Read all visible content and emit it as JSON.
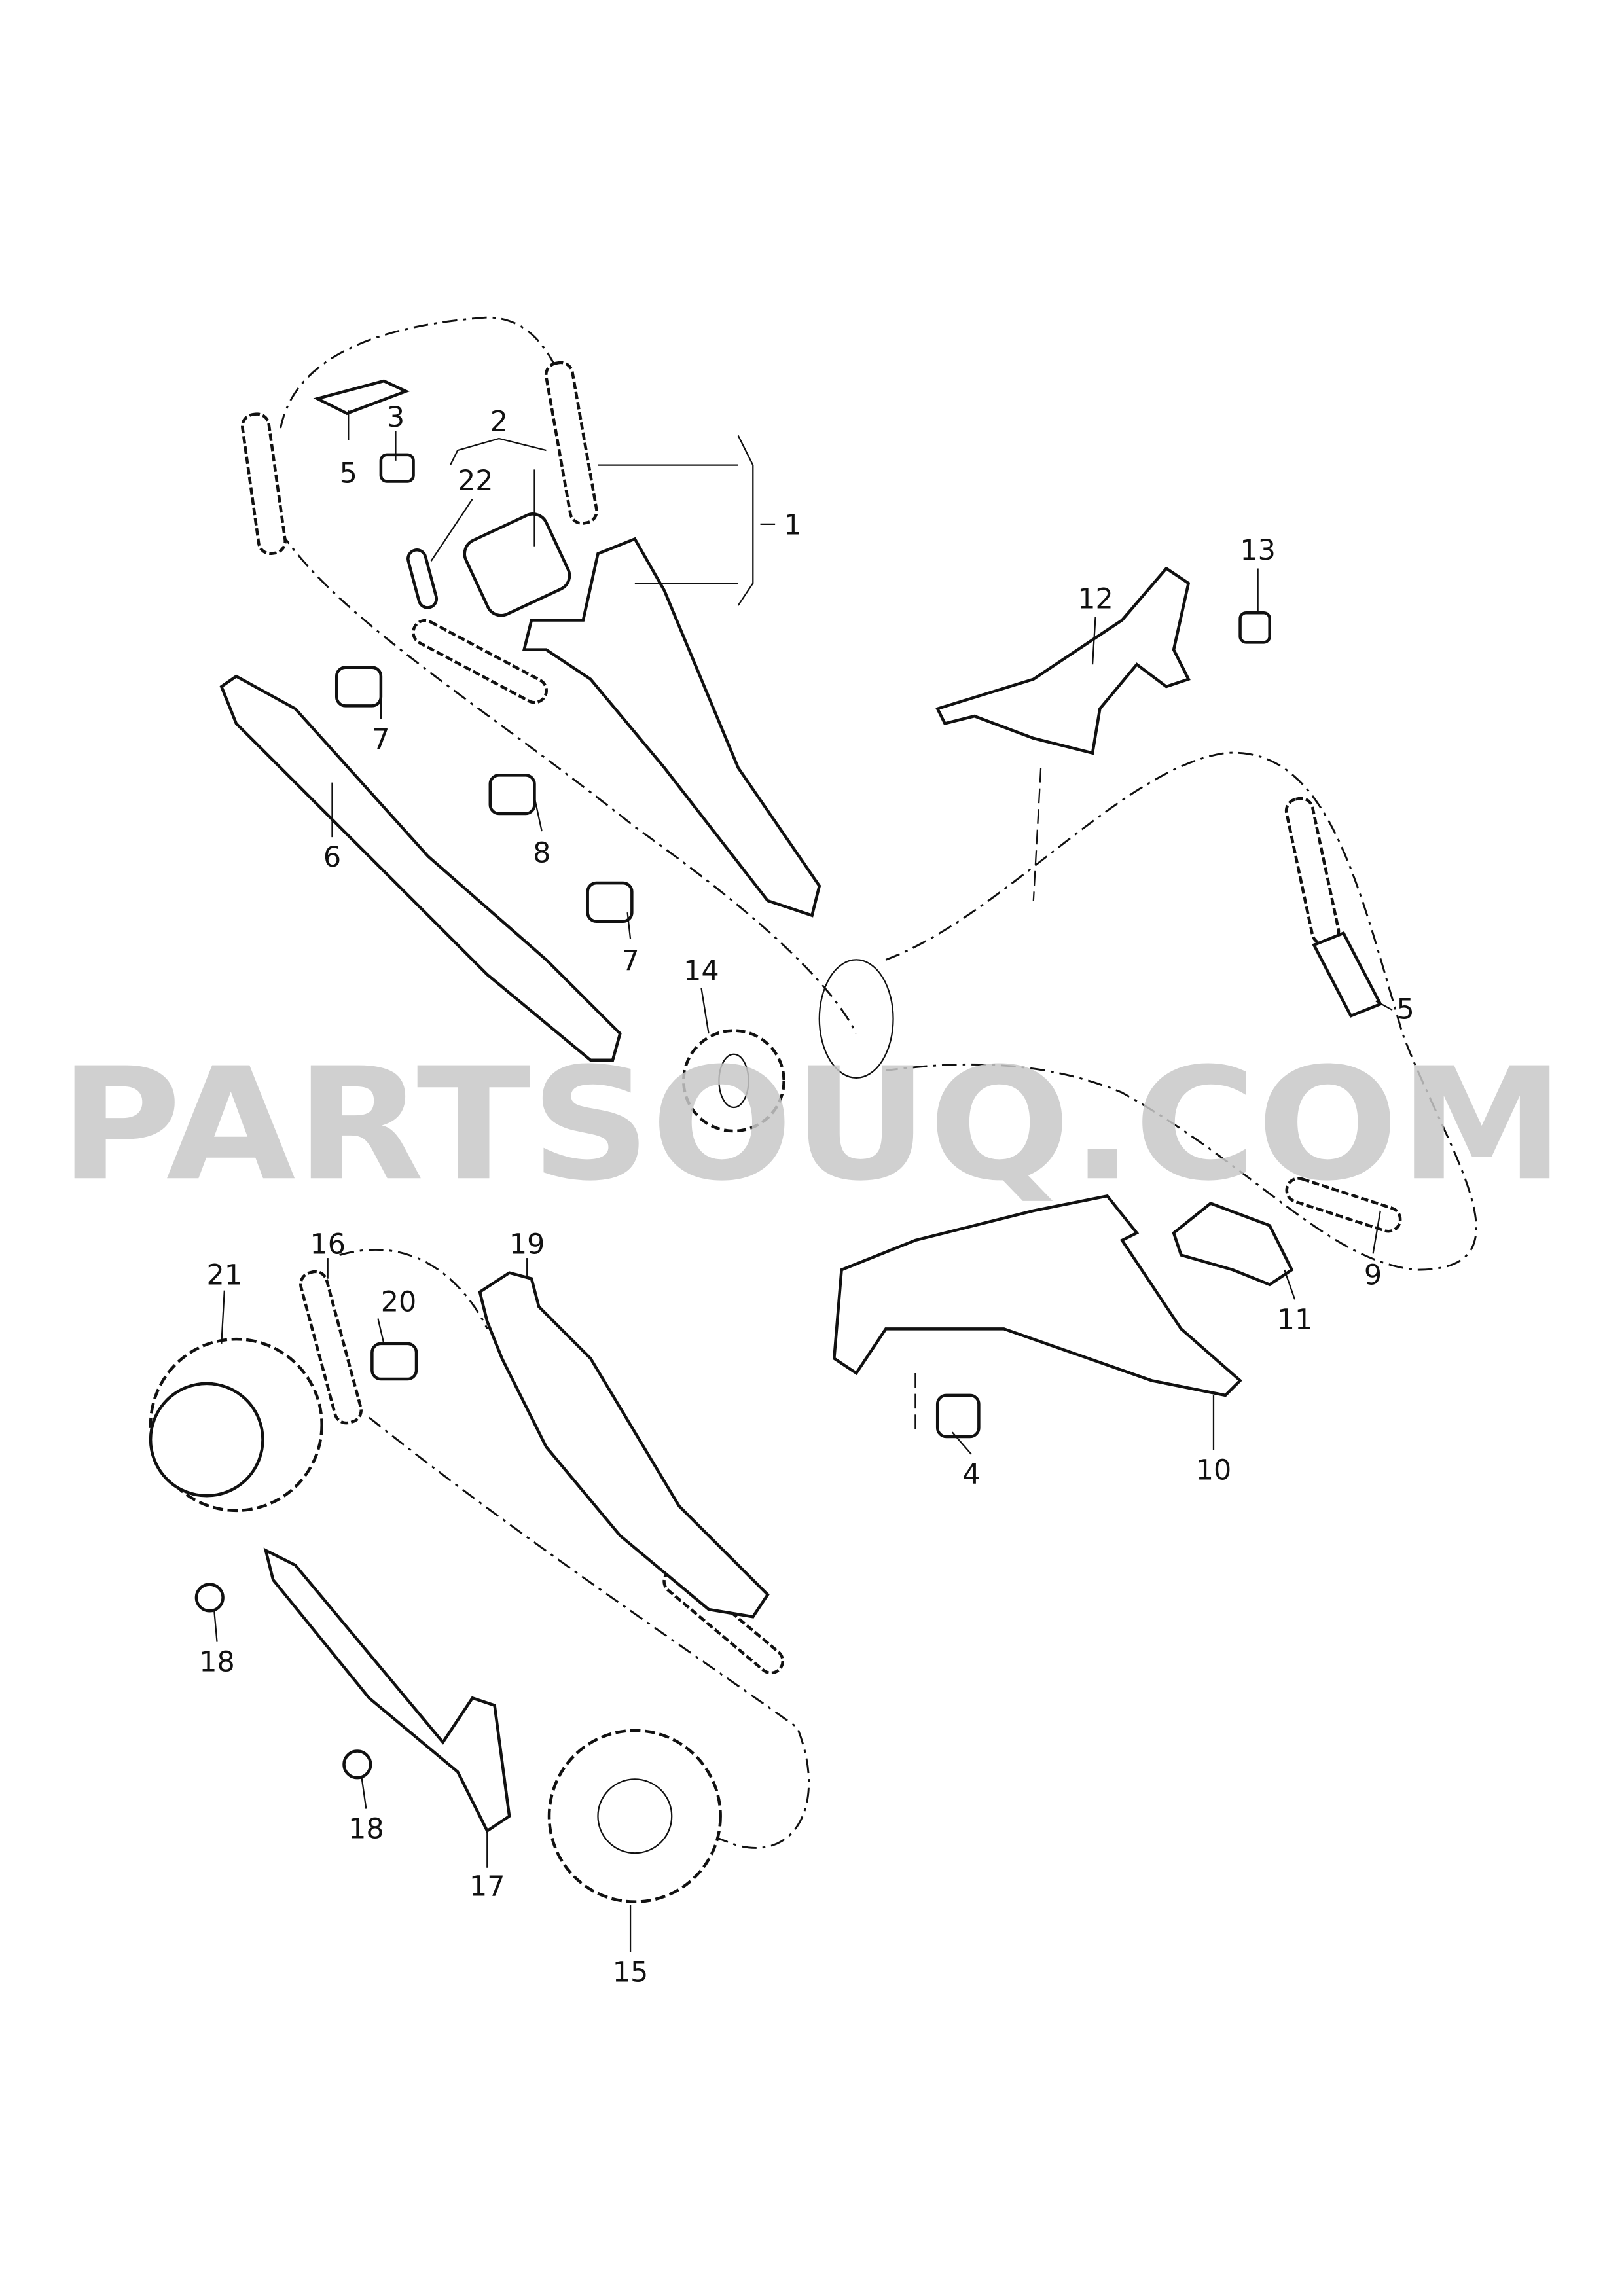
{
  "watermark": "PARTSOUQ.COM",
  "callouts": [
    "1",
    "2",
    "3",
    "5",
    "22",
    "13",
    "12",
    "7",
    "6",
    "8",
    "7",
    "14",
    "5",
    "16",
    "19",
    "21",
    "20",
    "9",
    "11",
    "4",
    "10",
    "18",
    "18",
    "17",
    "15"
  ]
}
